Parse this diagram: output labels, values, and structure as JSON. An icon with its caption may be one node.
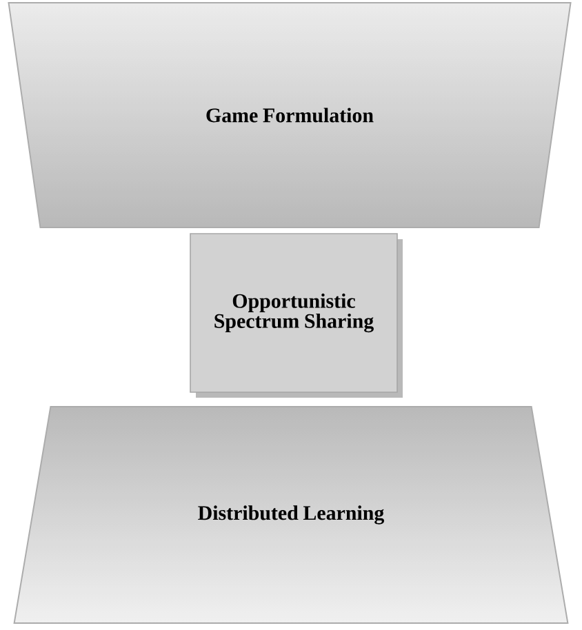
{
  "diagram": {
    "nodes": [
      {
        "text": [
          "Game Formulation"
        ]
      },
      {
        "text": [
          "Opportunistic Spectrum Sharing"
        ]
      },
      {
        "text": [
          "Distributed Learning"
        ]
      }
    ]
  }
}
